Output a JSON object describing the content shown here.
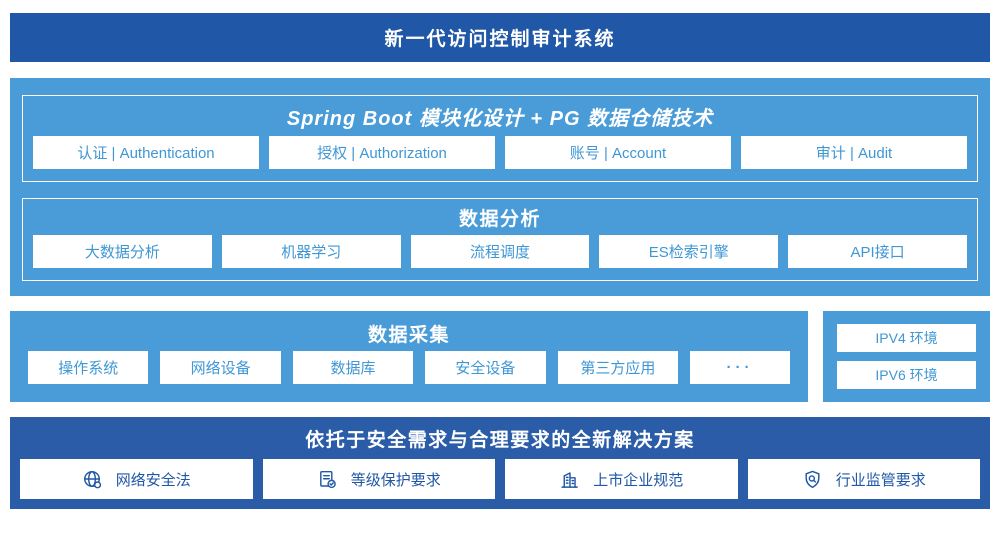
{
  "banner": {
    "title": "新一代访问控制审计系统"
  },
  "platform": {
    "modules": {
      "title": "Spring Boot 模块化设计 + PG 数据仓储技术",
      "items": [
        "认证 | Authentication",
        "授权 | Authorization",
        "账号 | Account",
        "审计 | Audit"
      ]
    },
    "analysis": {
      "title": "数据分析",
      "items": [
        "大数据分析",
        "机器学习",
        "流程调度",
        "ES检索引擎",
        "API接口"
      ]
    }
  },
  "collection": {
    "title": "数据采集",
    "items": [
      "操作系统",
      "网络设备",
      "数据库",
      "安全设备",
      "第三方应用"
    ],
    "more": "···"
  },
  "environments": {
    "items": [
      "IPV4 环境",
      "IPV6 环境"
    ]
  },
  "solution": {
    "title": "依托于安全需求与合理要求的全新解决方案",
    "items": [
      {
        "icon": "globe-icon",
        "label": "网络安全法"
      },
      {
        "icon": "document-check-icon",
        "label": "等级保护要求"
      },
      {
        "icon": "building-icon",
        "label": "上市企业规范"
      },
      {
        "icon": "shield-search-icon",
        "label": "行业监管要求"
      }
    ]
  },
  "colors": {
    "dark_blue": "#2057a6",
    "panel_blue": "#4a9cd8",
    "box_text_blue": "#3f97d4",
    "box_background": "#ffffff"
  }
}
